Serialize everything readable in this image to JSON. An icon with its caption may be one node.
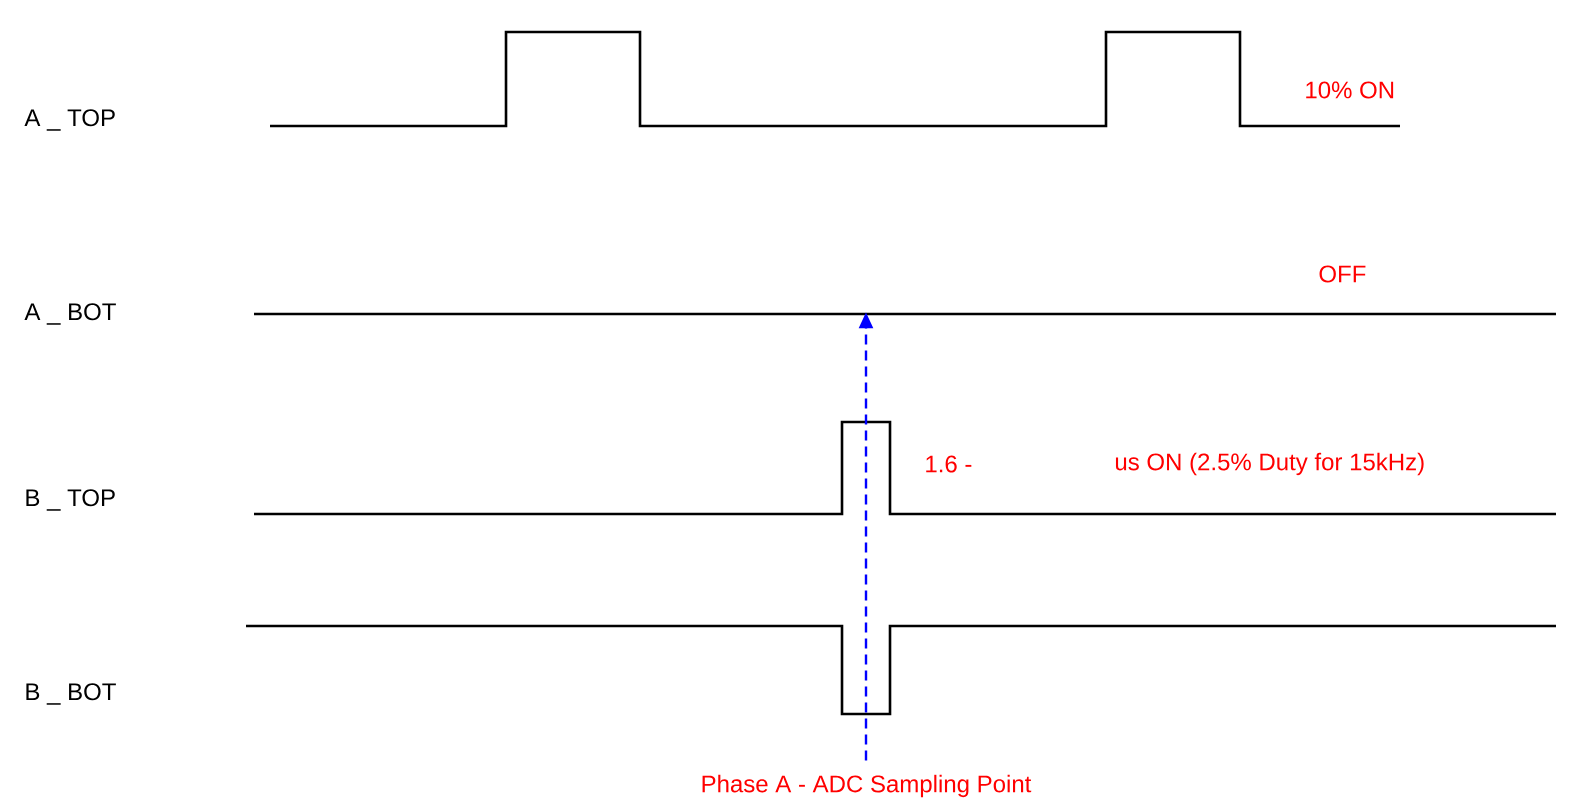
{
  "diagram": {
    "nodes": [
      {
        "text": [
          "Phase A - ADC Sampling Point"
        ]
      },
      {
        "text": [],
        "shape": "line"
      }
    ],
    "edges": [
      {
        "from": 0,
        "to": 1,
        "arrow": "to",
        "style": "dashed",
        "color": "#0000ff"
      }
    ],
    "labels": [
      "A _ TOP",
      "10% ON",
      "A _ BOT",
      "OFF",
      "B _ TOP",
      "1.6 -",
      "us ON (2.5% Duty for 15kHz)",
      "B _ BOT"
    ]
  }
}
